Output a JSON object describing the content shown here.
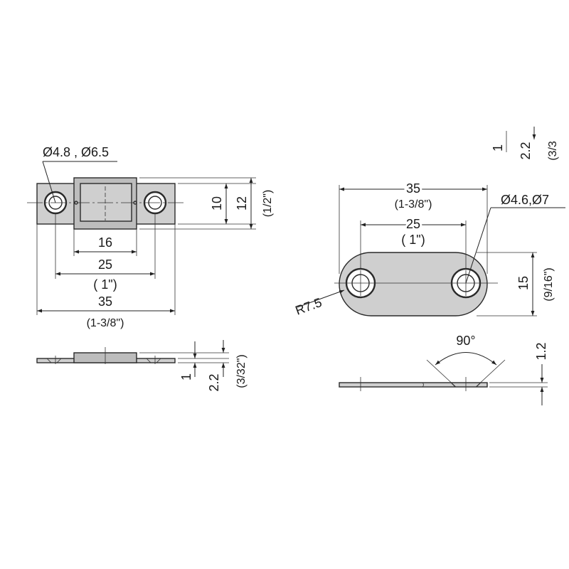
{
  "drawing": {
    "left_top_view": {
      "hole_diameters": "Ø4.8 , Ø6.5",
      "height_inner": "10",
      "height_outer": "12",
      "height_inch": "(1/2\")",
      "width_inner": "16",
      "width_mid": "25",
      "width_mid_inch": "( 1\")",
      "width_total": "35",
      "width_total_inch": "(1-3/8\")"
    },
    "left_side_view": {
      "thickness_plate": "1",
      "thickness_total": "2.2",
      "thickness_inch": "(3/32\")"
    },
    "right_top_view": {
      "width_total": "35",
      "width_total_inch": "(1-3/8\")",
      "hole_spacing": "25",
      "hole_spacing_inch": "( 1\")",
      "hole_diameters": "Ø4.6,Ø7",
      "height": "15",
      "height_inch": "(9/16\")",
      "radius": "R7.5"
    },
    "right_side_view": {
      "countersink_angle": "90°",
      "thickness": "1.2"
    },
    "corner_legend": {
      "thickness_plate": "1",
      "thickness_total": "2.2",
      "thickness_inch": "(3/3"
    }
  }
}
